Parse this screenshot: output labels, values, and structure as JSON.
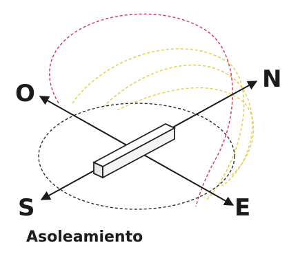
{
  "diagram": {
    "compass": {
      "west": "O",
      "north": "N",
      "south": "S",
      "east": "E"
    },
    "caption": "Asoleamiento",
    "colors": {
      "axes": "#1b1b1b",
      "horizon_path": "#2b2b2b",
      "summer_sun_path": "#d63a5a",
      "winter_sun_path": "#e5cc4a",
      "building_fill": "#f4f4f4",
      "building_stroke": "#222222"
    }
  }
}
